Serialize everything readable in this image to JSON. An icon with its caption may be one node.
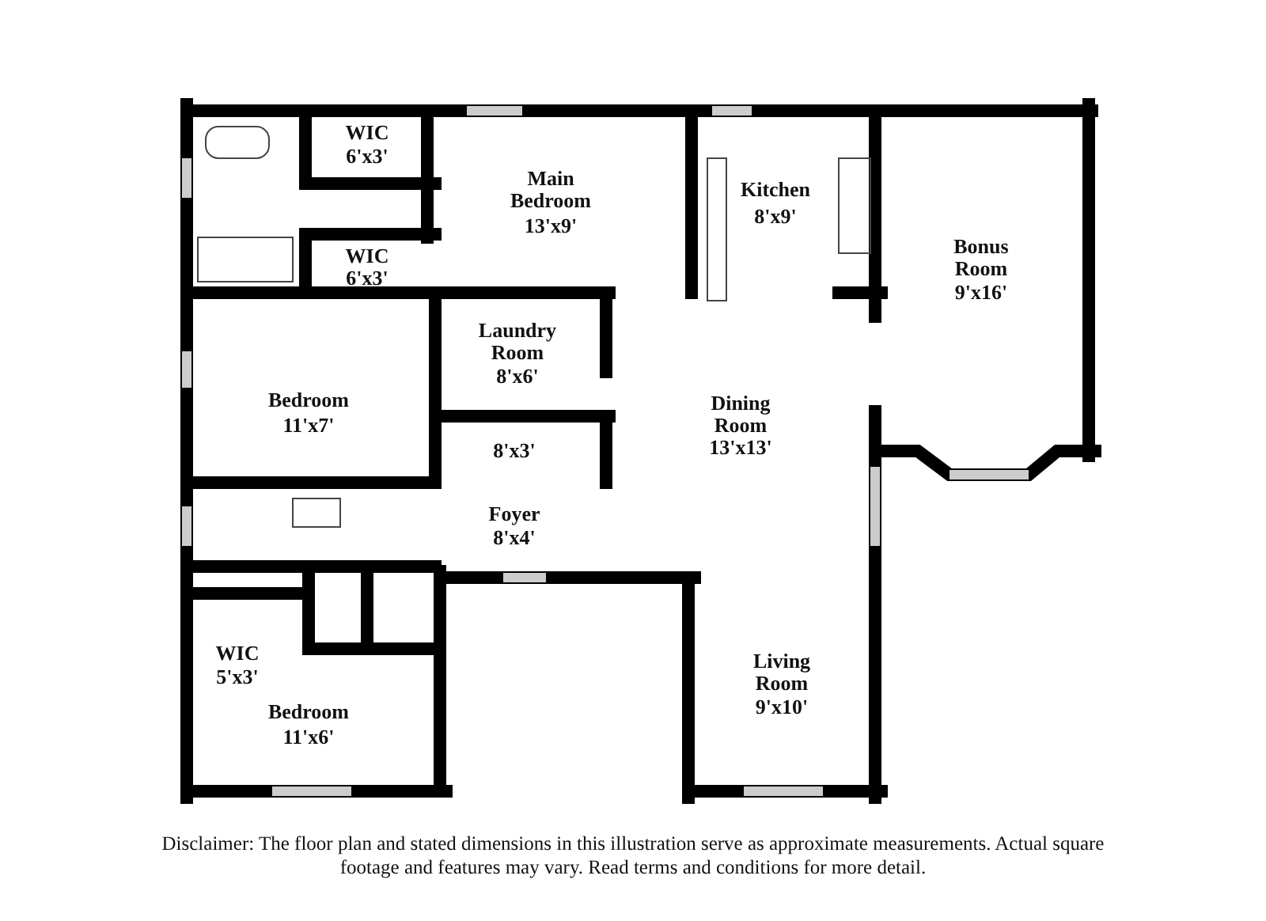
{
  "diagram": {
    "labels": [
      "WIC",
      "6'x3'",
      "Main Bedroom",
      "13'x9'",
      "Kitchen",
      "8'x9'",
      "WIC",
      "6'x3'",
      "Bonus Room",
      "9'x16'",
      "Laundry Room",
      "8'x6'",
      "Bedroom",
      "11'x7'",
      "Dining Room",
      "13'x13'",
      "8'x3'",
      "Foyer",
      "8'x4'",
      "WIC",
      "5'x3'",
      "Living Room",
      "9'x10'",
      "Bedroom",
      "11'x6'"
    ],
    "caption": "Disclaimer: The floor plan and stated dimensions in this illustration serve as approximate measurements. Actual square footage and features may vary. Read terms and conditions for more detail."
  }
}
